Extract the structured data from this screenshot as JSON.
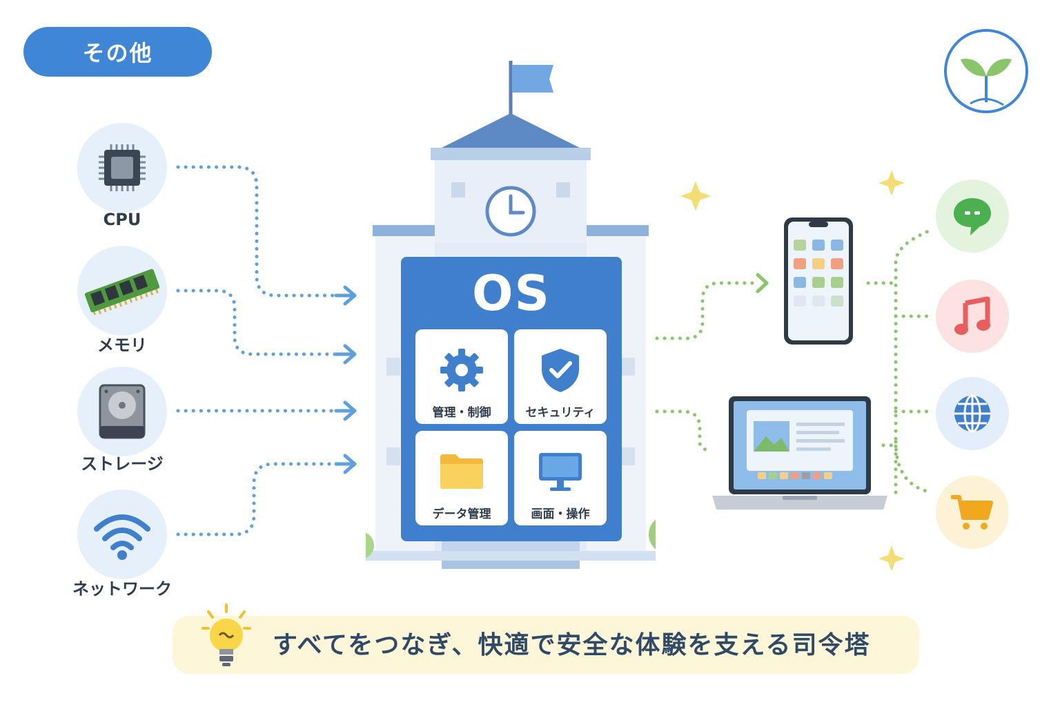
{
  "header": {
    "tag_label": "その他"
  },
  "hardware": [
    {
      "label": "CPU",
      "icon": "cpu-chip-icon"
    },
    {
      "label": "メモリ",
      "icon": "memory-module-icon"
    },
    {
      "label": "ストレージ",
      "icon": "hard-disk-icon"
    },
    {
      "label": "ネットワーク",
      "icon": "wifi-icon"
    }
  ],
  "os": {
    "title": "OS",
    "functions": [
      {
        "label": "管理・制御",
        "icon": "gear-icon"
      },
      {
        "label": "セキュリティ",
        "icon": "shield-check-icon"
      },
      {
        "label": "データ管理",
        "icon": "folder-icon"
      },
      {
        "label": "画面・操作",
        "icon": "monitor-icon"
      }
    ]
  },
  "devices": [
    {
      "icon": "smartphone-icon"
    },
    {
      "icon": "laptop-icon"
    }
  ],
  "apps": [
    {
      "icon": "chat-bubble-icon",
      "color": "#4caf50"
    },
    {
      "icon": "music-note-icon",
      "color": "#e85d5d"
    },
    {
      "icon": "globe-icon",
      "color": "#3f7fcb"
    },
    {
      "icon": "shopping-cart-icon",
      "color": "#f2a81d"
    }
  ],
  "footer": {
    "message": "すべてをつなぎ、快適で安全な体験を支える司令塔",
    "icon": "lightbulb-icon"
  },
  "colors": {
    "primary": "#3f86d6",
    "hardware_arrow": "#5fa0dc",
    "app_arrow": "#8bc56b",
    "banner": "#fdf6d8"
  }
}
